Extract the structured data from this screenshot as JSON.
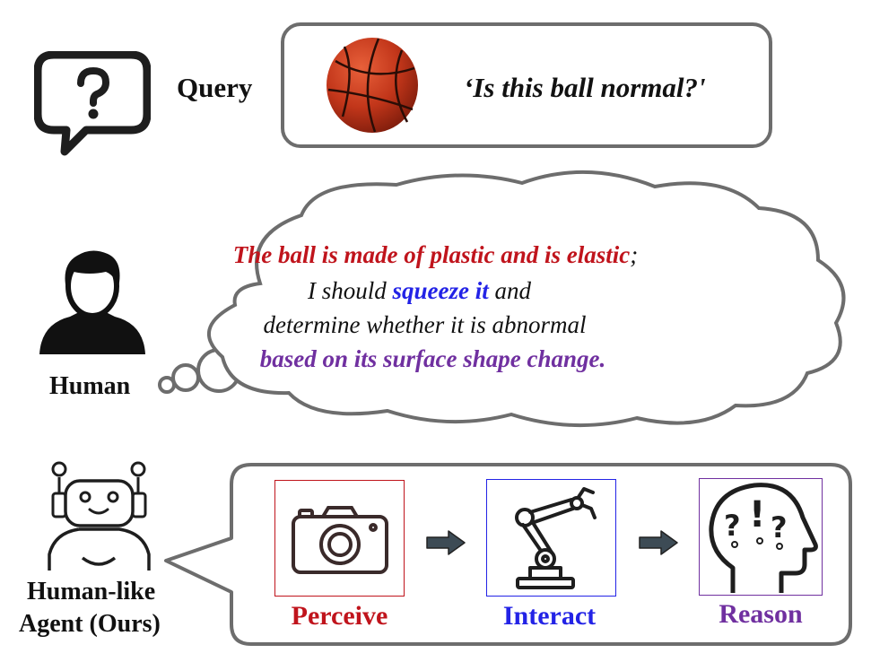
{
  "query": {
    "label": "Query",
    "text": "‘Is this ball normal?'",
    "icon": "question-bubble-icon",
    "image": "basketball"
  },
  "human": {
    "label": "Human",
    "icon": "person-icon",
    "thought_line1_red": "The ball is made of plastic and is elastic",
    "thought_line1_tail": ";",
    "thought_line2_pre": "I should ",
    "thought_line2_blue": "squeeze it",
    "thought_line2_post": " and",
    "thought_line3": "determine whether it is abnormal",
    "thought_line4_purple": "based on its surface shape change."
  },
  "agent": {
    "label_line1": "Human-like",
    "label_line2": "Agent (Ours)",
    "icon": "robot-icon",
    "steps": [
      {
        "label": "Perceive",
        "icon": "camera-icon",
        "color": "#c0141c"
      },
      {
        "label": "Interact",
        "icon": "robot-arm-icon",
        "color": "#2323e6"
      },
      {
        "label": "Reason",
        "icon": "thinking-head-icon",
        "color": "#7030a0"
      }
    ]
  },
  "colors": {
    "red": "#c0141c",
    "blue": "#2323e6",
    "purple": "#7030a0",
    "box_border": "#6d6d6d",
    "arrow": "#3d4b55"
  }
}
